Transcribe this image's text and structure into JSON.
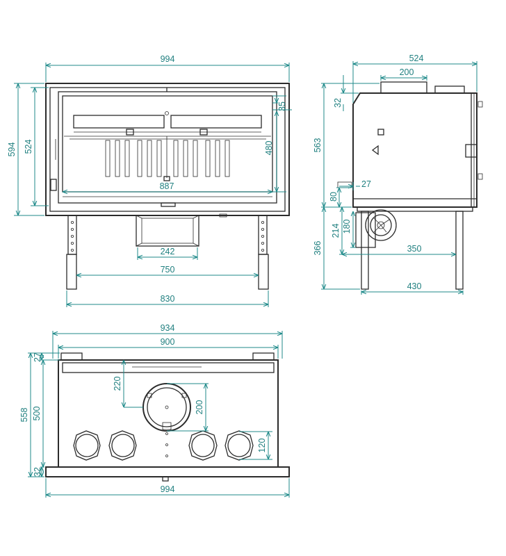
{
  "drawing": {
    "colors": {
      "line": "#2b2b2b",
      "dimension": "#1f8a8a",
      "background": "#ffffff"
    },
    "front_view": {
      "width": "994",
      "height_total": "594",
      "height_body": "524",
      "glass_height": "480",
      "frame_offset": "35",
      "glass_width": "887",
      "leg_spacing": "750",
      "outer_leg_span": "830",
      "duct_width": "242"
    },
    "side_view": {
      "depth": "524",
      "flue_offset": "200",
      "top_step": "32",
      "height": "563",
      "base_step": "27",
      "base_height": "80",
      "leg_height": "366",
      "fan_height": "214",
      "fan_center": "180",
      "fan_offset": "350",
      "leg_depth": "430"
    },
    "bottom_view": {
      "width_outer": "934",
      "width_inner": "900",
      "front_edge": "27",
      "depth": "558",
      "depth_inner": "500",
      "flue_offset": "220",
      "flue_diameter": "200",
      "duct_diameter": "120",
      "front_rim": "32",
      "width_total": "994"
    }
  }
}
